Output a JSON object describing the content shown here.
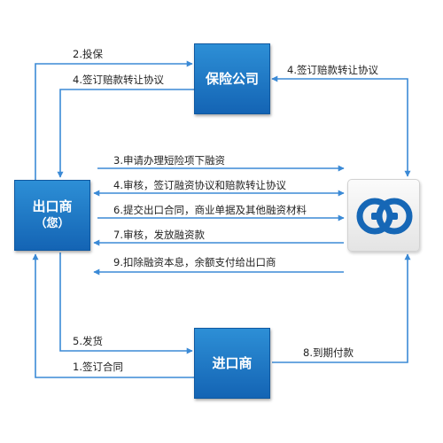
{
  "nodes": {
    "insurance_company": "保险公司",
    "exporter": "出口商",
    "exporter_note": "（您）",
    "importer": "进口商",
    "bank": {
      "icon": "bank-logo-icon"
    }
  },
  "edges": [
    {
      "id": "1",
      "label": "1.签订合同"
    },
    {
      "id": "2",
      "label": "2.投保"
    },
    {
      "id": "3",
      "label": "3.申请办理短险项下融资"
    },
    {
      "id": "4a",
      "label": "4.签订赔款转让协议"
    },
    {
      "id": "4b",
      "label": "4.审核，签订融资协议和赔款转让协议"
    },
    {
      "id": "4c",
      "label": "4.签订赔款转让协议"
    },
    {
      "id": "5",
      "label": "5.发货"
    },
    {
      "id": "6",
      "label": "6.提交出口合同，商业单据及其他融资材料"
    },
    {
      "id": "7",
      "label": "7.审核，发放融资款"
    },
    {
      "id": "8",
      "label": "8.到期付款"
    },
    {
      "id": "9",
      "label": "9.扣除融资本息，余额支付给出口商"
    }
  ],
  "colors": {
    "node": "#1a70be",
    "arrow": "#3b8ad6",
    "text": "#222222"
  }
}
